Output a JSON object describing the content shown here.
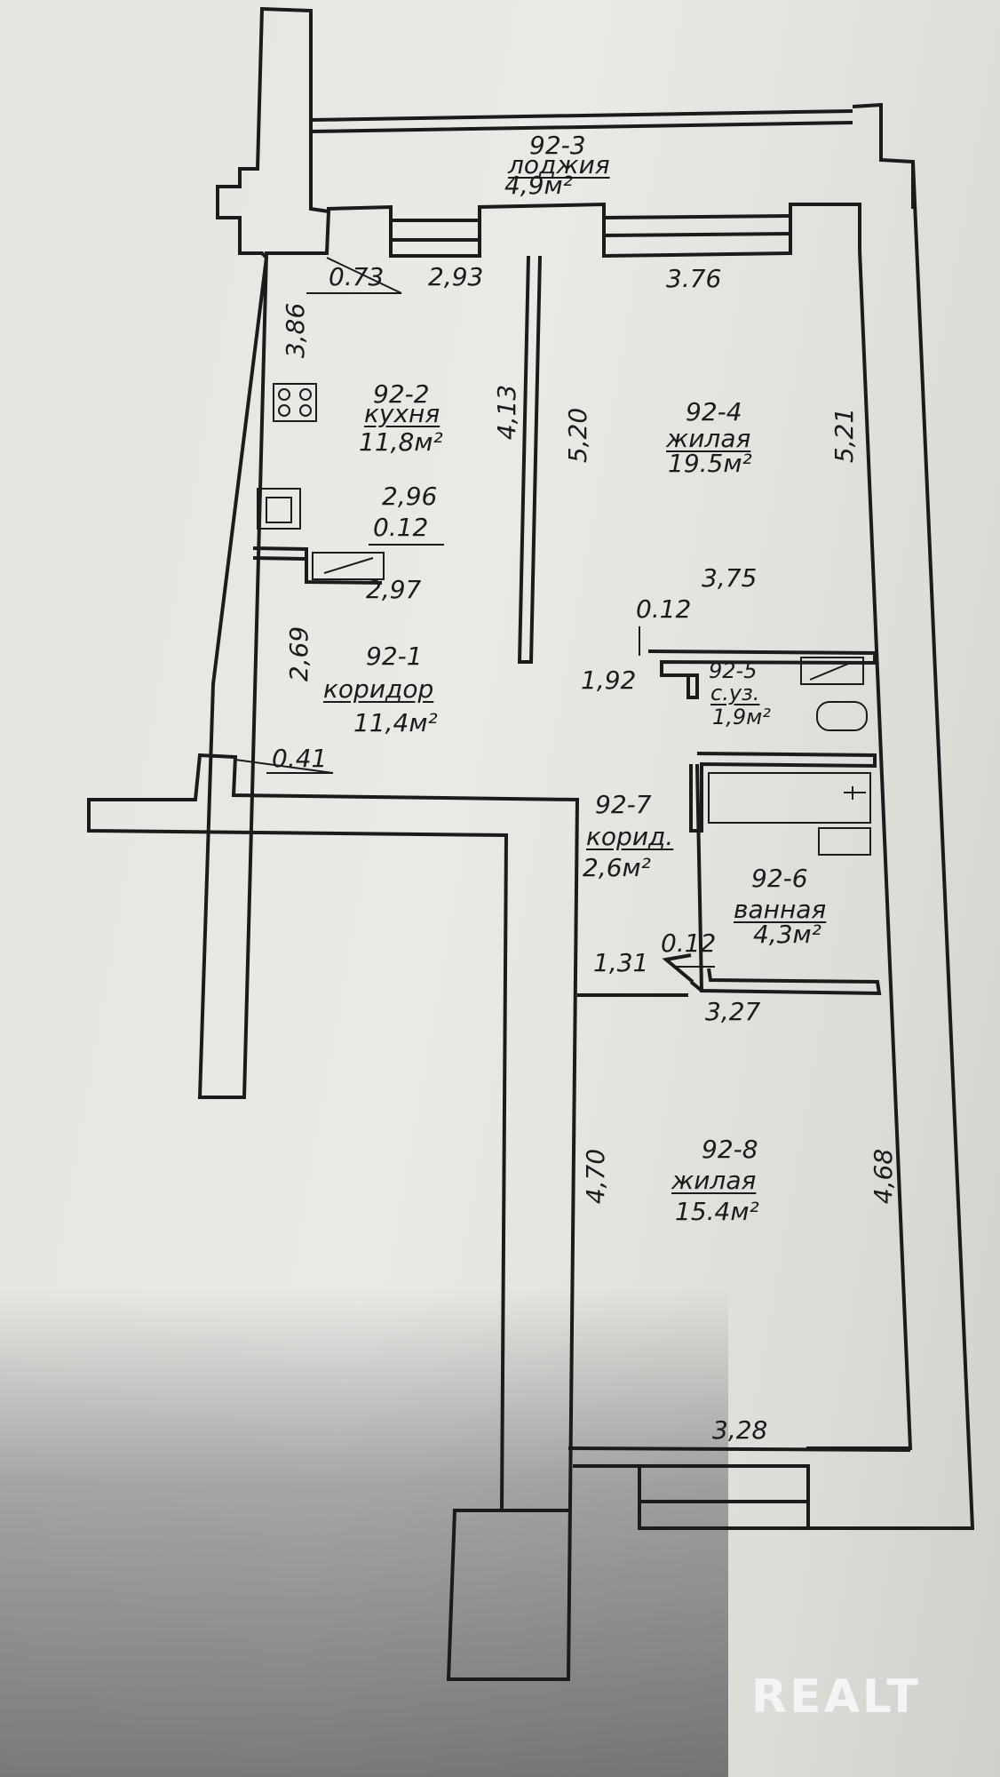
{
  "rooms": {
    "loggia": {
      "code": "92-3",
      "name": "лоджия",
      "area": "4,9м²"
    },
    "kitchen": {
      "code": "92-2",
      "name": "кухня",
      "area": "11,8м²"
    },
    "living1": {
      "code": "92-4",
      "name": "жилая",
      "area": "19.5м²"
    },
    "corridor1": {
      "code": "92-1",
      "name": "коридор",
      "area": "11,4м²"
    },
    "wc": {
      "code": "92-5",
      "name": "с.уз.",
      "area": "1,9м²"
    },
    "corridor2": {
      "code": "92-7",
      "name": "корид.",
      "area": "2,6м²"
    },
    "bath": {
      "code": "92-6",
      "name": "ванная",
      "area": "4,3м²"
    },
    "living2": {
      "code": "92-8",
      "name": "жилая",
      "area": "15.4м²"
    }
  },
  "dimensions": {
    "d073": "0.73",
    "d293": "2,93",
    "d376": "3.76",
    "d386": "3,86",
    "d413": "4,13",
    "d520": "5,20",
    "d521": "5,21",
    "d296": "2,96",
    "d012a": "0.12",
    "d297": "2,97",
    "d375": "3,75",
    "d012b": "0.12",
    "d269": "2,69",
    "d192": "1,92",
    "d041": "0.41",
    "d131": "1,31",
    "d012c": "0.12",
    "d327": "3,27",
    "d470": "4,70",
    "d468": "4,68",
    "d328": "3,28"
  },
  "watermark": "REALT",
  "colors": {
    "ink": "#1b1b1b",
    "paper": "#e6e7e2"
  }
}
